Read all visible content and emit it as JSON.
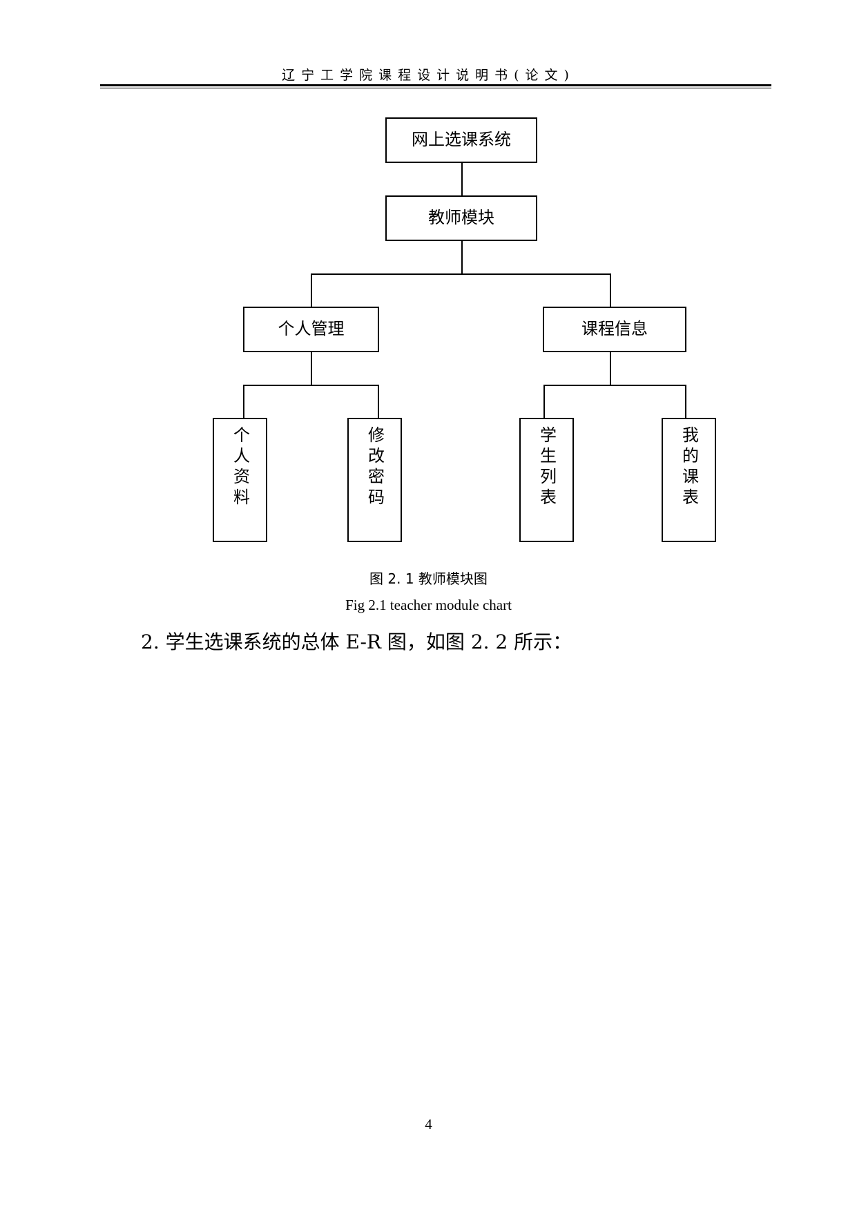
{
  "header": {
    "title": "辽宁工学院课程设计说明书(论文)"
  },
  "diagram": {
    "root": "网上选课系统",
    "module": "教师模块",
    "branches": [
      {
        "label": "个人管理",
        "children": [
          "个人资料",
          "修改密码"
        ]
      },
      {
        "label": "课程信息",
        "children": [
          "学生列表",
          "我的课表"
        ]
      }
    ]
  },
  "caption": {
    "cn": "图 2. 1 教师模块图",
    "en": "Fig 2.1 teacher module chart"
  },
  "body": {
    "paragraph": "2. 学生选课系统的总体 E-R 图，如图 2. 2 所示："
  },
  "footer": {
    "page_number": "4"
  }
}
